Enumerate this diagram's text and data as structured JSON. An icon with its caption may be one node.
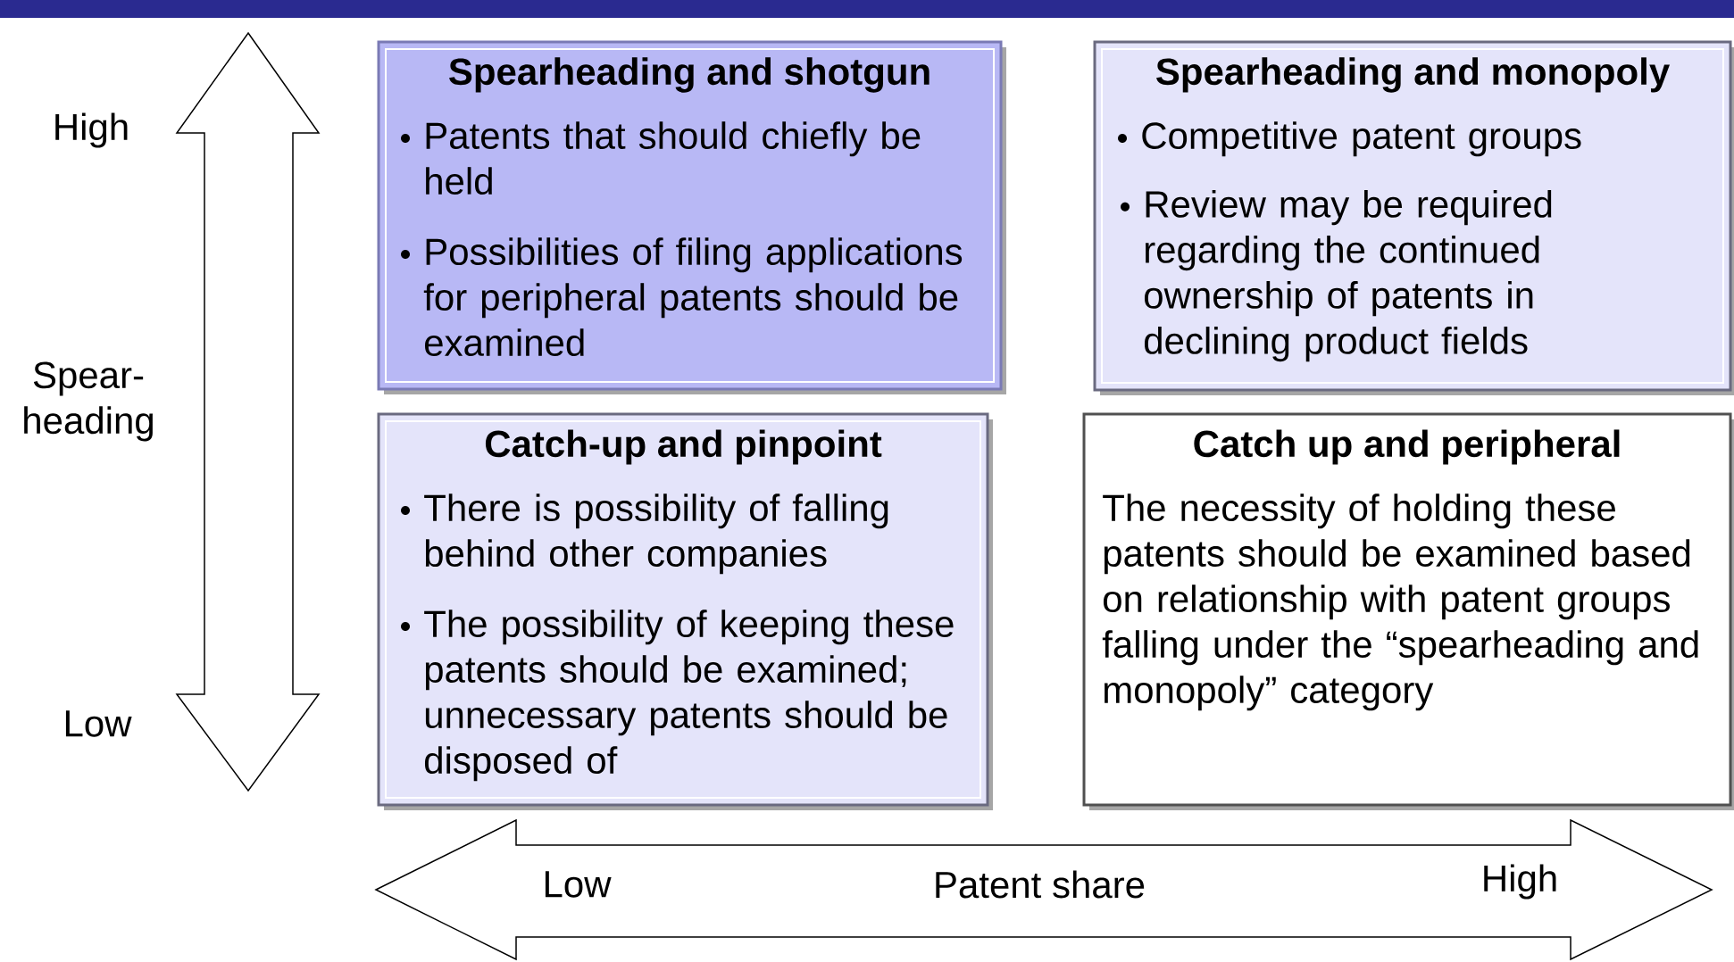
{
  "diagram": {
    "nodes": [
      {
        "text": [],
        "shape": "bar"
      },
      {
        "text": [
          "Spearheading and shotgun",
          "Patents that should chiefly be held",
          "Possibilities of filing applications for peripheral patents should be examined"
        ]
      },
      {
        "text": [
          "Spearheading and monopoly",
          "Competitive patent groups",
          "Review may be required regarding the continued ownership of patents in declining product fields"
        ]
      },
      {
        "text": [
          "Catch-up and pinpoint",
          "There is possibility of falling behind other companies",
          "The possibility of keeping these patents should be examined; unnecessary patents should be disposed of"
        ]
      },
      {
        "text": [
          "Catch up and peripheral",
          "The necessity of holding these patents should be examined based on relationship with patent groups falling under the “spearheading and monopoly” category"
        ]
      }
    ],
    "labels": [
      "High",
      "Spear- heading",
      "Low",
      "Low",
      "Patent share",
      "High"
    ]
  }
}
